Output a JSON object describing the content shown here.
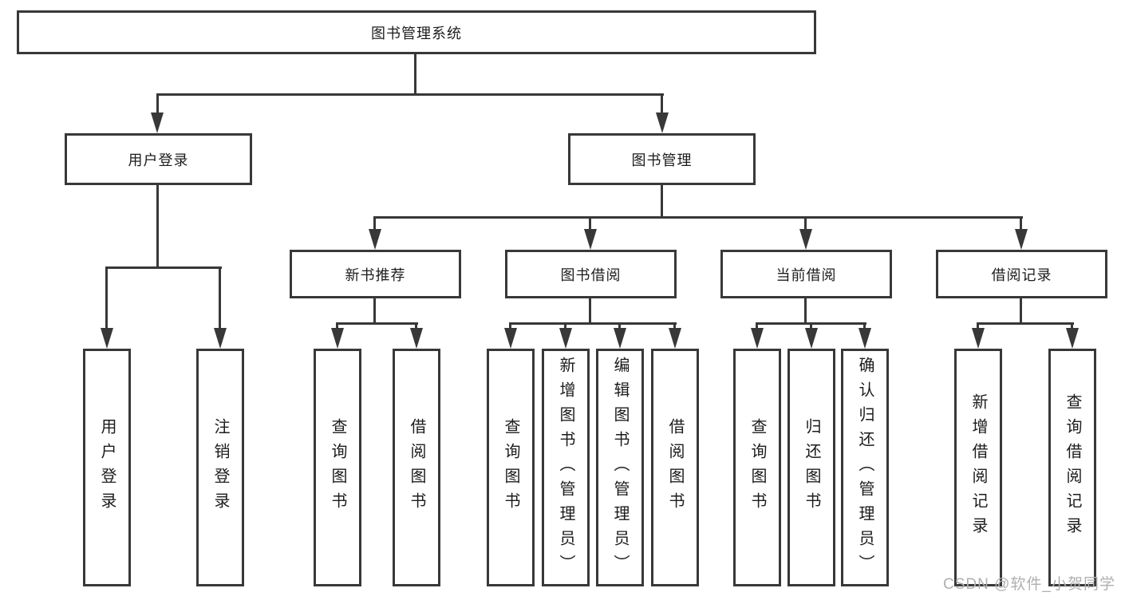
{
  "nodes": {
    "root": "图书管理系统",
    "user_login": {
      "label": "用户登录",
      "children": [
        "用户登录",
        "注销登录"
      ]
    },
    "book_mgmt": {
      "label": "图书管理",
      "children": [
        {
          "label": "新书推荐",
          "children": [
            "查询图书",
            "借阅图书"
          ]
        },
        {
          "label": "图书借阅",
          "children": [
            "查询图书",
            "新增图书（管理员）",
            "编辑图书（管理员）",
            "借阅图书"
          ]
        },
        {
          "label": "当前借阅",
          "children": [
            "查询图书",
            "归还图书",
            "确认归还（管理员）"
          ]
        },
        {
          "label": "借阅记录",
          "children": [
            "新增借阅记录",
            "查询借阅记录"
          ]
        }
      ]
    }
  },
  "watermark": "CSDN @软件_小贺同学",
  "colors": {
    "line": "#383838",
    "text": "#1c1c1c",
    "watermark": "#afafaf",
    "background": "#ffffff"
  }
}
